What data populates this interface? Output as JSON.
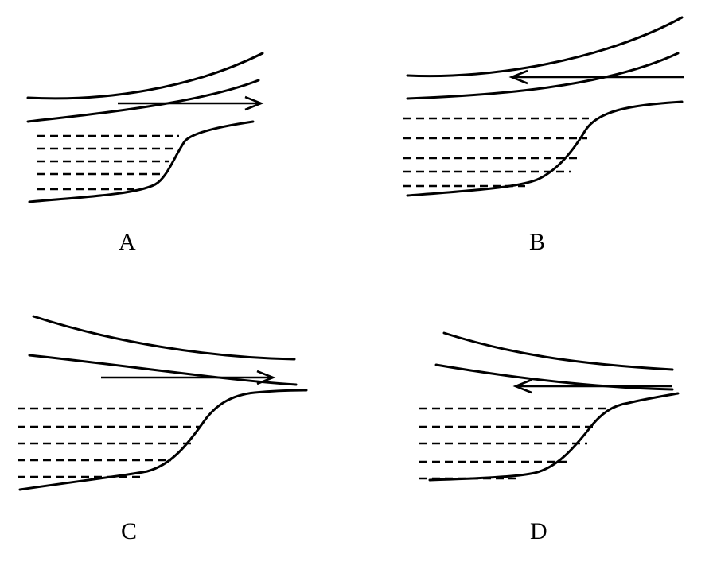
{
  "panels": [
    {
      "id": "A",
      "label": "A",
      "flow_direction": "right"
    },
    {
      "id": "B",
      "label": "B",
      "flow_direction": "left"
    },
    {
      "id": "C",
      "label": "C",
      "flow_direction": "right"
    },
    {
      "id": "D",
      "label": "D",
      "flow_direction": "left"
    }
  ]
}
